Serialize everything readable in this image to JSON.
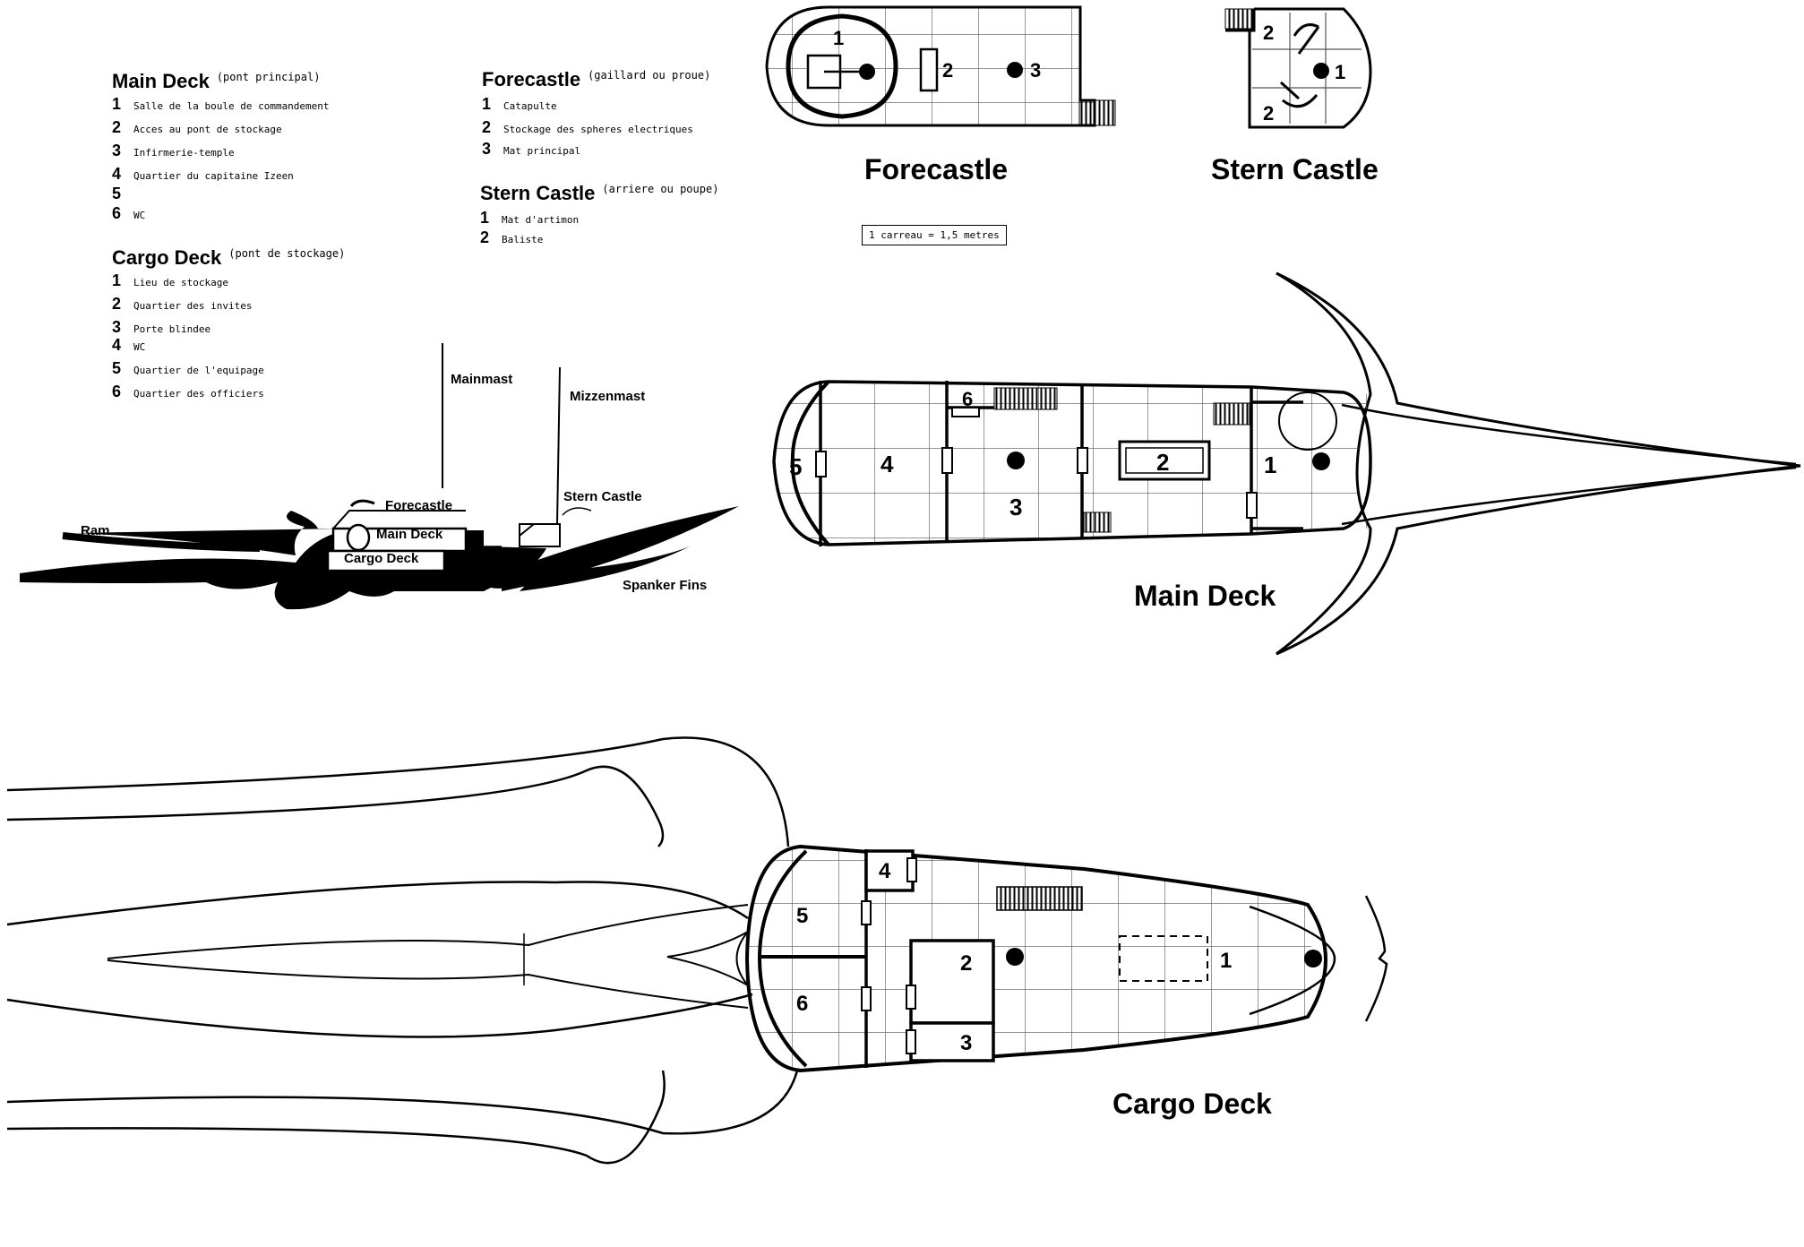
{
  "legend": {
    "main_deck": {
      "title": "Main Deck",
      "subtitle": "(pont principal)",
      "items": [
        {
          "n": "1",
          "label": "Salle de la boule de commandement"
        },
        {
          "n": "2",
          "label": "Acces au pont de stockage"
        },
        {
          "n": "3",
          "label": "Infirmerie-temple"
        },
        {
          "n": "4",
          "label": "Quartier du capitaine Izeen"
        },
        {
          "n": "5",
          "label": ""
        },
        {
          "n": "6",
          "label": "WC"
        }
      ]
    },
    "cargo_deck": {
      "title": "Cargo Deck",
      "subtitle": "(pont de stockage)",
      "items": [
        {
          "n": "1",
          "label": "Lieu de stockage"
        },
        {
          "n": "2",
          "label": "Quartier des invites"
        },
        {
          "n": "3",
          "label": "Porte blindee"
        },
        {
          "n": "4",
          "label": "WC"
        },
        {
          "n": "5",
          "label": "Quartier de l'equipage"
        },
        {
          "n": "6",
          "label": "Quartier des officiers"
        }
      ]
    },
    "forecastle": {
      "title": "Forecastle",
      "subtitle": "(gaillard ou  proue)",
      "items": [
        {
          "n": "1",
          "label": "Catapulte"
        },
        {
          "n": "2",
          "label": "Stockage des spheres electriques"
        },
        {
          "n": "3",
          "label": "Mat principal"
        }
      ]
    },
    "stern_castle": {
      "title": "Stern Castle",
      "subtitle": "(arriere ou poupe)",
      "items": [
        {
          "n": "1",
          "label": "Mat d'artimon"
        },
        {
          "n": "2",
          "label": "Baliste"
        }
      ]
    }
  },
  "scale_note": "1 carreau = 1,5 metres",
  "side_view": {
    "mainmast": "Mainmast",
    "mizzenmast": "Mizzenmast",
    "forecastle": "Forecastle",
    "main_deck": "Main Deck",
    "cargo_deck": "Cargo Deck",
    "stern_castle": "Stern Castle",
    "ram": "Ram",
    "spanker_fins": "Spanker Fins"
  },
  "plans": {
    "forecastle": {
      "title": "Forecastle",
      "rooms": [
        "1",
        "2",
        "3"
      ]
    },
    "stern_castle": {
      "title": "Stern Castle",
      "rooms": [
        "2",
        "1",
        "2"
      ]
    },
    "main_deck": {
      "title": "Main Deck",
      "rooms": [
        "5",
        "4",
        "6",
        "3",
        "2",
        "1"
      ]
    },
    "cargo_deck": {
      "title": "Cargo Deck",
      "rooms": [
        "4",
        "5",
        "6",
        "2",
        "3",
        "1"
      ]
    }
  },
  "colors": {
    "ink": "#000000",
    "paper": "#ffffff",
    "grid": "#555555"
  }
}
